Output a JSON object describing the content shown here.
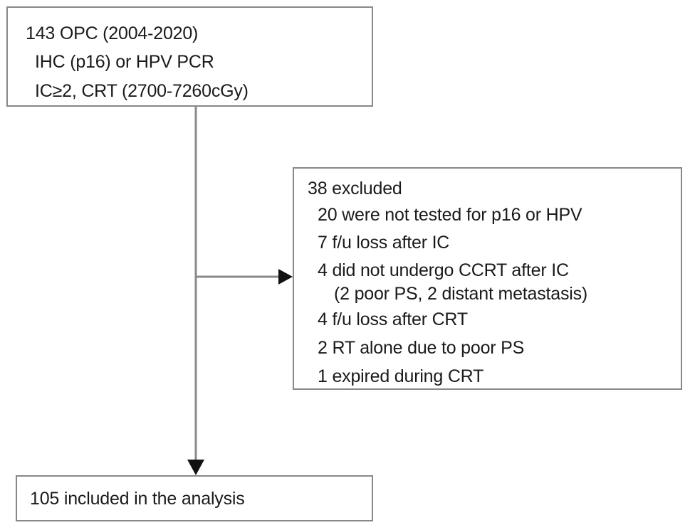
{
  "figure": {
    "type": "flowchart",
    "kind": "patient-selection-consort-diagram",
    "colors": {
      "background": "#ffffff",
      "box_border": "#888888",
      "text": "#1a1a1a",
      "connector": "#888888",
      "arrowhead": "#000000"
    }
  },
  "enrolled_box": {
    "name": "enrolled-cohort-box",
    "lines": [
      "143 OPC (2004-2020)",
      "IHC (p16) or HPV PCR",
      "IC≥2, CRT (2700-7260cGy)"
    ],
    "count": 143,
    "cohort": "OPC",
    "year_range": "2004-2020",
    "dose_range_cgy": "2700-7260"
  },
  "excluded_box": {
    "name": "excluded-patients-box",
    "heading": "38 excluded",
    "total_excluded": 38,
    "lines": [
      "38 excluded",
      "20 were not tested for p16 or HPV",
      "7 f/u loss after IC",
      "4 did not undergo CCRT after IC",
      "(2 poor PS, 2 distant metastasis)",
      "4 f/u loss after CRT",
      "2 RT alone due to poor PS",
      "1 expired during CRT"
    ],
    "reasons": [
      {
        "count": 20,
        "reason": "were not tested for p16 or HPV"
      },
      {
        "count": 7,
        "reason": "f/u loss after IC"
      },
      {
        "count": 4,
        "reason": "did not undergo CCRT after IC",
        "detail": "(2 poor PS, 2 distant metastasis)"
      },
      {
        "count": 4,
        "reason": "f/u loss after CRT"
      },
      {
        "count": 2,
        "reason": "RT alone due to poor PS"
      },
      {
        "count": 1,
        "reason": "expired during CRT"
      }
    ]
  },
  "included_box": {
    "name": "included-analysis-box",
    "text": "105 included in the analysis",
    "count": 105
  },
  "connectors": {
    "vertical_label": "vertical-flow-connector",
    "branch_label": "exclusion-branch-connector",
    "final_label": "inclusion-arrow-connector"
  }
}
